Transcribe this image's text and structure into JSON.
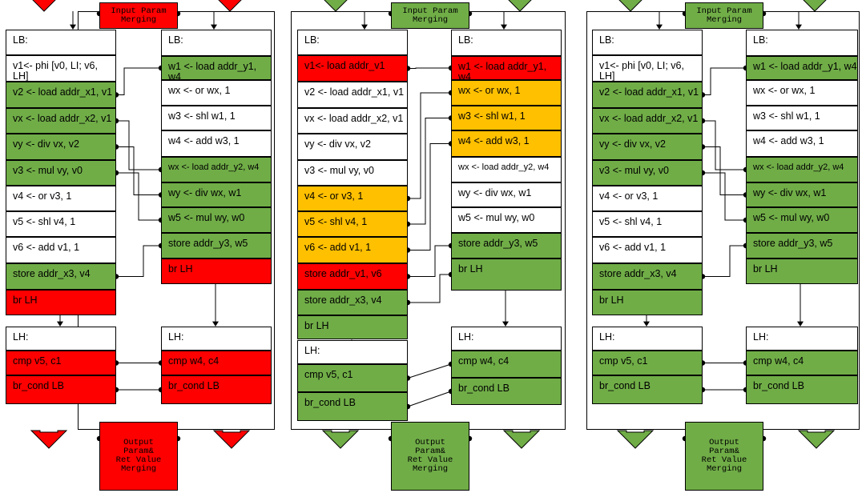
{
  "colors": {
    "green": "#70ad47",
    "red": "#ff0000",
    "orange": "#ffc000",
    "white": "#ffffff",
    "red_text": "#ff8080"
  },
  "panels": [
    {
      "id": "p1",
      "input_tag": "Input Param\nMerging",
      "output_tag": "Output\nParam&\nRet Value\nMerging",
      "tag_color": "red",
      "arrow_color": "red",
      "left_lb": [
        {
          "text": "LB:",
          "color": "white"
        },
        {
          "text": "v1<- phi [v0, LI; v6, LH]",
          "color": "white"
        },
        {
          "text": "v2 <- load addr_x1, v1",
          "color": "green"
        },
        {
          "text": "vx <- load addr_x2, v1",
          "color": "green"
        },
        {
          "text": "vy <- div vx, v2",
          "color": "green"
        },
        {
          "text": "v3 <- mul vy, v0",
          "color": "green"
        },
        {
          "text": "v4 <- or v3, 1",
          "color": "white"
        },
        {
          "text": "v5 <- shl v4, 1",
          "color": "white"
        },
        {
          "text": "v6 <- add v1, 1",
          "color": "white"
        },
        {
          "text": "store addr_x3, v4",
          "color": "green"
        },
        {
          "text": "br LH",
          "color": "red"
        }
      ],
      "right_lb": [
        {
          "text": "LB:",
          "color": "white"
        },
        {
          "text": "w1 <- load addr_y1, w4",
          "color": "green"
        },
        {
          "text": "wx <- or wx, 1",
          "color": "white"
        },
        {
          "text": "w3 <- shl w1, 1",
          "color": "white"
        },
        {
          "text": "w4 <- add w3, 1",
          "color": "white"
        },
        {
          "text": "wx <- load addr_y2, w4",
          "color": "green",
          "small": true
        },
        {
          "text": "wy <- div wx, w1",
          "color": "green"
        },
        {
          "text": "w5 <- mul wy, w0",
          "color": "green"
        },
        {
          "text": "store addr_y3, w5",
          "color": "green"
        },
        {
          "text": "br LH",
          "color": "red"
        }
      ],
      "left_lh": [
        {
          "text": "LH:",
          "color": "white"
        },
        {
          "text": "cmp v5, c1",
          "color": "red"
        },
        {
          "text": "br_cond LB",
          "color": "red"
        }
      ],
      "right_lh": [
        {
          "text": "LH:",
          "color": "white"
        },
        {
          "text": "cmp w4, c4",
          "color": "red"
        },
        {
          "text": "br_cond LB",
          "color": "red"
        }
      ]
    },
    {
      "id": "p2",
      "input_tag": "Input Param\nMerging",
      "output_tag": "Output\nParam&\nRet Value\nMerging",
      "tag_color": "green",
      "arrow_color": "green",
      "left_lb": [
        {
          "text": "LB:",
          "color": "white"
        },
        {
          "text": "v1<- load addr_v1",
          "color": "red"
        },
        {
          "text": "v2 <- load addr_x1, v1",
          "color": "white"
        },
        {
          "text": "vx <- load addr_x2, v1",
          "color": "white"
        },
        {
          "text": "vy <- div vx, v2",
          "color": "white"
        },
        {
          "text": "v3 <- mul vy, v0",
          "color": "white"
        },
        {
          "text": "v4 <- or v3, 1",
          "color": "orange"
        },
        {
          "text": "v5 <- shl v4, 1",
          "color": "orange"
        },
        {
          "text": "v6 <- add v1, 1",
          "color": "orange"
        },
        {
          "text": "store addr_v1, v6",
          "color": "red"
        },
        {
          "text": "store addr_x3, v4",
          "color": "green"
        },
        {
          "text": "br LH",
          "color": "green"
        }
      ],
      "right_lb": [
        {
          "text": "LB:",
          "color": "white"
        },
        {
          "text": "w1 <- load addr_y1, w4",
          "color": "red"
        },
        {
          "text": "wx <- or wx, 1",
          "color": "orange"
        },
        {
          "text": "w3 <- shl w1, 1",
          "color": "orange"
        },
        {
          "text": "w4 <- add w3, 1",
          "color": "orange"
        },
        {
          "text": "wx <- load addr_y2, w4",
          "color": "white",
          "small": true
        },
        {
          "text": "wy <- div wx, w1",
          "color": "white"
        },
        {
          "text": "w5 <- mul wy, w0",
          "color": "white"
        },
        {
          "text": "store addr_y3, w5",
          "color": "green"
        },
        {
          "text": "br LH",
          "color": "green"
        }
      ],
      "left_lh": [
        {
          "text": "LH:",
          "color": "white"
        },
        {
          "text": "cmp v5, c1",
          "color": "green"
        },
        {
          "text": "br_cond LB",
          "color": "green"
        }
      ],
      "right_lh": [
        {
          "text": "LH:",
          "color": "white"
        },
        {
          "text": "cmp w4, c4",
          "color": "green"
        },
        {
          "text": "br_cond LB",
          "color": "green"
        }
      ]
    },
    {
      "id": "p3",
      "input_tag": "Input Param\nMerging",
      "output_tag": "Output\nParam&\nRet Value\nMerging",
      "tag_color": "green",
      "arrow_color": "green",
      "left_lb": [
        {
          "text": "LB:",
          "color": "white"
        },
        {
          "text": "v1<- phi [v0, LI; v6, LH]",
          "color": "white"
        },
        {
          "text": "v2 <- load addr_x1, v1",
          "color": "green"
        },
        {
          "text": "vx <- load addr_x2, v1",
          "color": "green"
        },
        {
          "text": "vy <- div vx, v2",
          "color": "green"
        },
        {
          "text": "v3 <- mul vy, v0",
          "color": "green"
        },
        {
          "text": "v4 <- or v3, 1",
          "color": "white"
        },
        {
          "text": "v5 <- shl v4, 1",
          "color": "white"
        },
        {
          "text": "v6 <- add v1, 1",
          "color": "white"
        },
        {
          "text": "store addr_x3, v4",
          "color": "green"
        },
        {
          "text": "br LH",
          "color": "green"
        }
      ],
      "right_lb": [
        {
          "text": "LB:",
          "color": "white"
        },
        {
          "text": "w1 <- load addr_y1, w4",
          "color": "green"
        },
        {
          "text": "wx <- or wx, 1",
          "color": "white"
        },
        {
          "text": "w3 <- shl w1, 1",
          "color": "white"
        },
        {
          "text": "w4 <- add w3, 1",
          "color": "white"
        },
        {
          "text": "wx <- load addr_y2, w4",
          "color": "green",
          "small": true
        },
        {
          "text": "wy <- div wx, w1",
          "color": "green"
        },
        {
          "text": "w5 <- mul wy, w0",
          "color": "green"
        },
        {
          "text": "store addr_y3, w5",
          "color": "green"
        },
        {
          "text": "br LH",
          "color": "green"
        }
      ],
      "left_lh": [
        {
          "text": "LH:",
          "color": "white"
        },
        {
          "text": "cmp v5, c1",
          "color": "green"
        },
        {
          "text": "br_cond LB",
          "color": "green"
        }
      ],
      "right_lh": [
        {
          "text": "LH:",
          "color": "white"
        },
        {
          "text": "cmp w4, c4",
          "color": "green"
        },
        {
          "text": "br_cond LB",
          "color": "green"
        }
      ]
    }
  ]
}
